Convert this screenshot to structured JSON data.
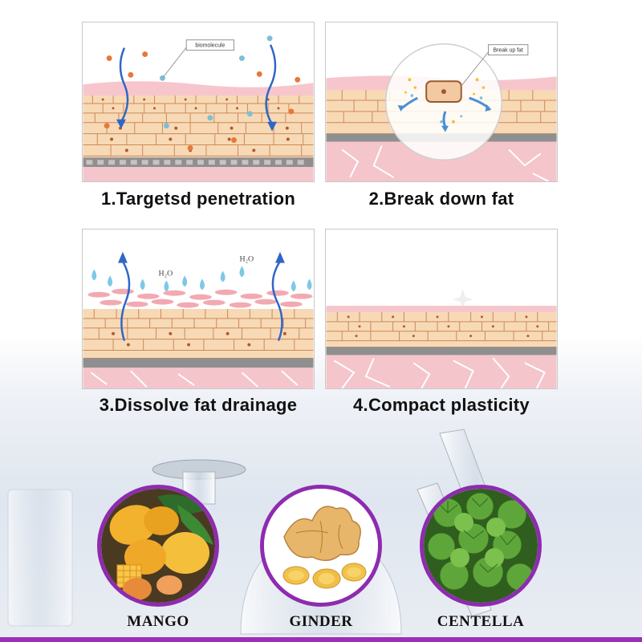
{
  "steps": [
    {
      "label": "1.Targetsd penetration",
      "tag": "biomolecule"
    },
    {
      "label": "2.Break down fat",
      "tag": "Break up fat"
    },
    {
      "label": "3.Dissolve fat drainage",
      "tag": "H₂O"
    },
    {
      "label": "4.Compact plasticity"
    }
  ],
  "ingredients": [
    {
      "name": "MANGO"
    },
    {
      "name": "GINDER"
    },
    {
      "name": "CENTELLA"
    }
  ],
  "colors": {
    "skin_pink": "#f6c6cc",
    "cell_fill": "#f8d9b6",
    "cell_border": "#c98a57",
    "ring_purple": "#8e2bb0",
    "arrow_blue": "#2f66c8",
    "water_blue": "#7ec8e6"
  }
}
